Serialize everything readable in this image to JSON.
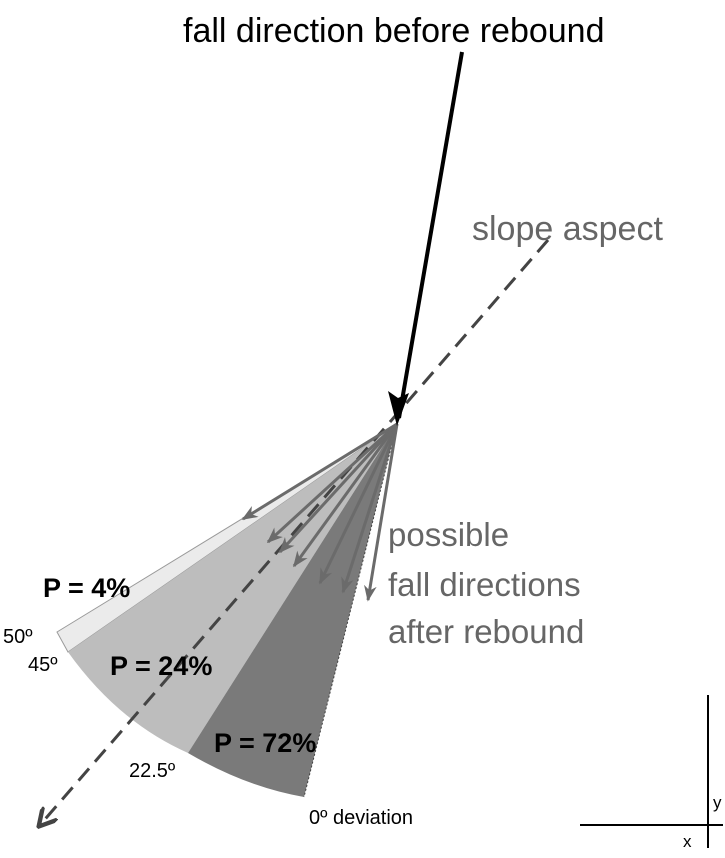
{
  "labels": {
    "fall_before": "fall direction before rebound",
    "slope_aspect": "slope aspect",
    "possible_line1": "possible",
    "possible_line2": "fall directions",
    "possible_line3": "after rebound"
  },
  "sectors": [
    {
      "label": "P = 4%",
      "from_deg": 45,
      "to_deg": 50,
      "fill": "#ebebeb"
    },
    {
      "label": "P = 24%",
      "from_deg": 22.5,
      "to_deg": 45,
      "fill": "#bdbdbd"
    },
    {
      "label": "P = 72%",
      "from_deg": 0,
      "to_deg": 22.5,
      "fill": "#7a7a7a"
    }
  ],
  "angle_labels": {
    "a50": "50º",
    "a45": "45º",
    "a22": "22.5º",
    "a0": "0º deviation"
  },
  "axes": {
    "x": "x",
    "y": "y"
  },
  "colors": {
    "black": "#000000",
    "grey_text": "#666666",
    "arrow_grey": "#6b6b6b",
    "dashed": "#444444"
  }
}
